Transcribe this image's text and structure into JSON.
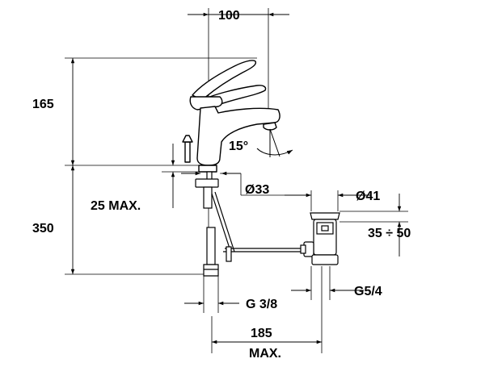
{
  "dimensions": {
    "width_top": "100",
    "height_upper": "165",
    "angle": "15°",
    "base_diameter": "Ø33",
    "max_thickness": "25 MAX.",
    "height_lower": "350",
    "drain_diameter": "Ø41",
    "drain_range": "35 ÷ 50",
    "inlet_thread": "G 3/8",
    "drain_thread": "G5/4",
    "max_reach_value": "185",
    "max_reach_label": "MAX."
  }
}
